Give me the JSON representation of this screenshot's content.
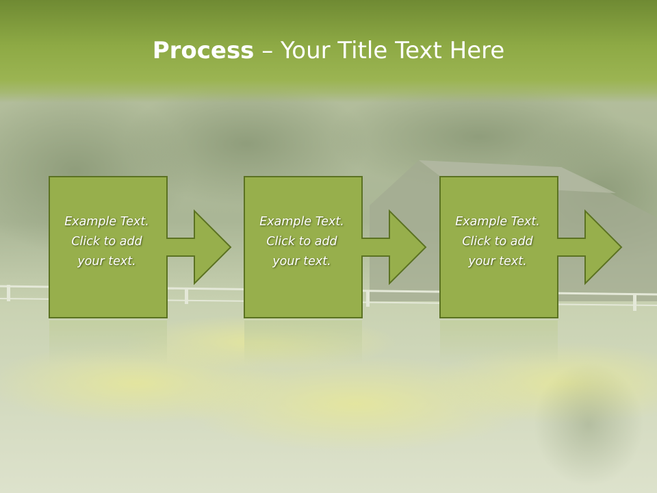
{
  "title": {
    "bold": "Process",
    "rest": " – Your Title Text Here"
  },
  "steps": [
    {
      "text": "Example Text.\nClick  to add\nyour text."
    },
    {
      "text": "Example Text.\nClick  to add\nyour text."
    },
    {
      "text": "Example Text.\nClick  to add\nyour text."
    }
  ],
  "colors": {
    "box_fill": "#97af4c",
    "box_border": "#5b7222",
    "title_band": "#8eaa45"
  }
}
